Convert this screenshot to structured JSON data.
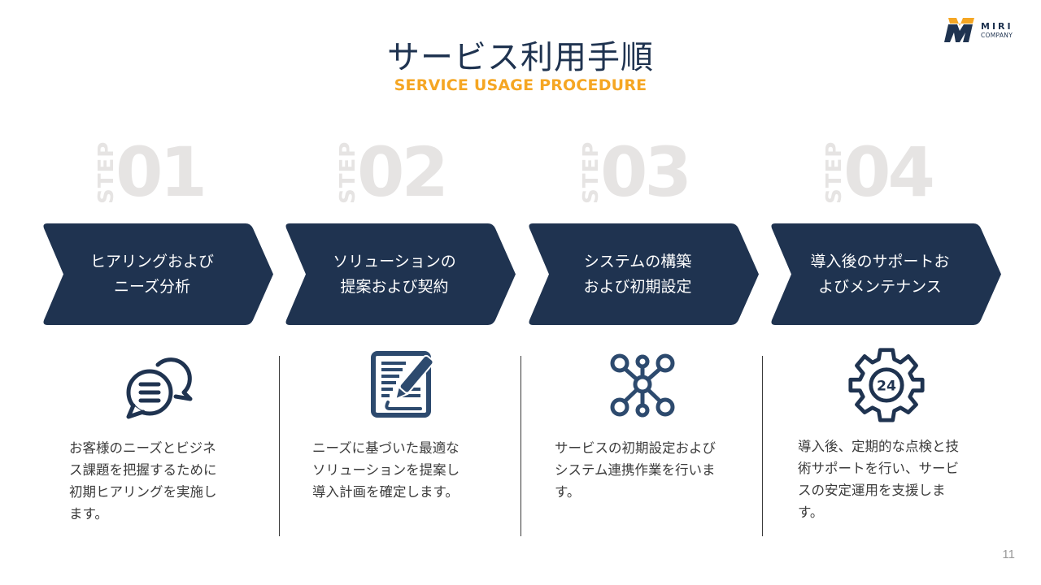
{
  "logo": {
    "name": "MIRI",
    "sub": "COMPANY",
    "colors": {
      "accent": "#f5a623",
      "dark": "#1f3350"
    }
  },
  "header": {
    "title": "サービス利用手順",
    "subtitle": "SERVICE USAGE PROCEDURE"
  },
  "steps": [
    {
      "step_word": "STEP",
      "number": "01",
      "title_line1": "ヒアリングおよび",
      "title_line2": "ニーズ分析",
      "icon": "chat-bubbles-icon",
      "desc_lines": [
        "お客様のニーズとビジネ",
        "ス課題を把握するために",
        "初期ヒアリングを実施し",
        "ます。"
      ]
    },
    {
      "step_word": "STEP",
      "number": "02",
      "title_line1": "ソリューションの",
      "title_line2": "提案および契約",
      "icon": "document-pen-icon",
      "desc_lines": [
        "ニーズに基づいた最適な",
        "ソリューションを提案し",
        "導入計画を確定します。"
      ]
    },
    {
      "step_word": "STEP",
      "number": "03",
      "title_line1": "システムの構築",
      "title_line2": "および初期設定",
      "icon": "network-nodes-icon",
      "desc_lines": [
        "サービスの初期設定および",
        "システム連携作業を行いま",
        "す。"
      ]
    },
    {
      "step_word": "STEP",
      "number": "04",
      "title_line1": "導入後のサポートお",
      "title_line2": "よびメンテナンス",
      "icon": "gear-24-icon",
      "desc_lines": [
        "導入後、定期的な点検と技",
        "術サポートを行い、サービ",
        "スの安定運用を支援しま",
        "す。"
      ]
    }
  ],
  "gear_badge": "24",
  "footer": {
    "page_number": "11"
  },
  "colors": {
    "primary": "#1f3350",
    "accent": "#f5a623",
    "step_number": "#e6e4e3",
    "body_text": "#3b3b3b"
  }
}
